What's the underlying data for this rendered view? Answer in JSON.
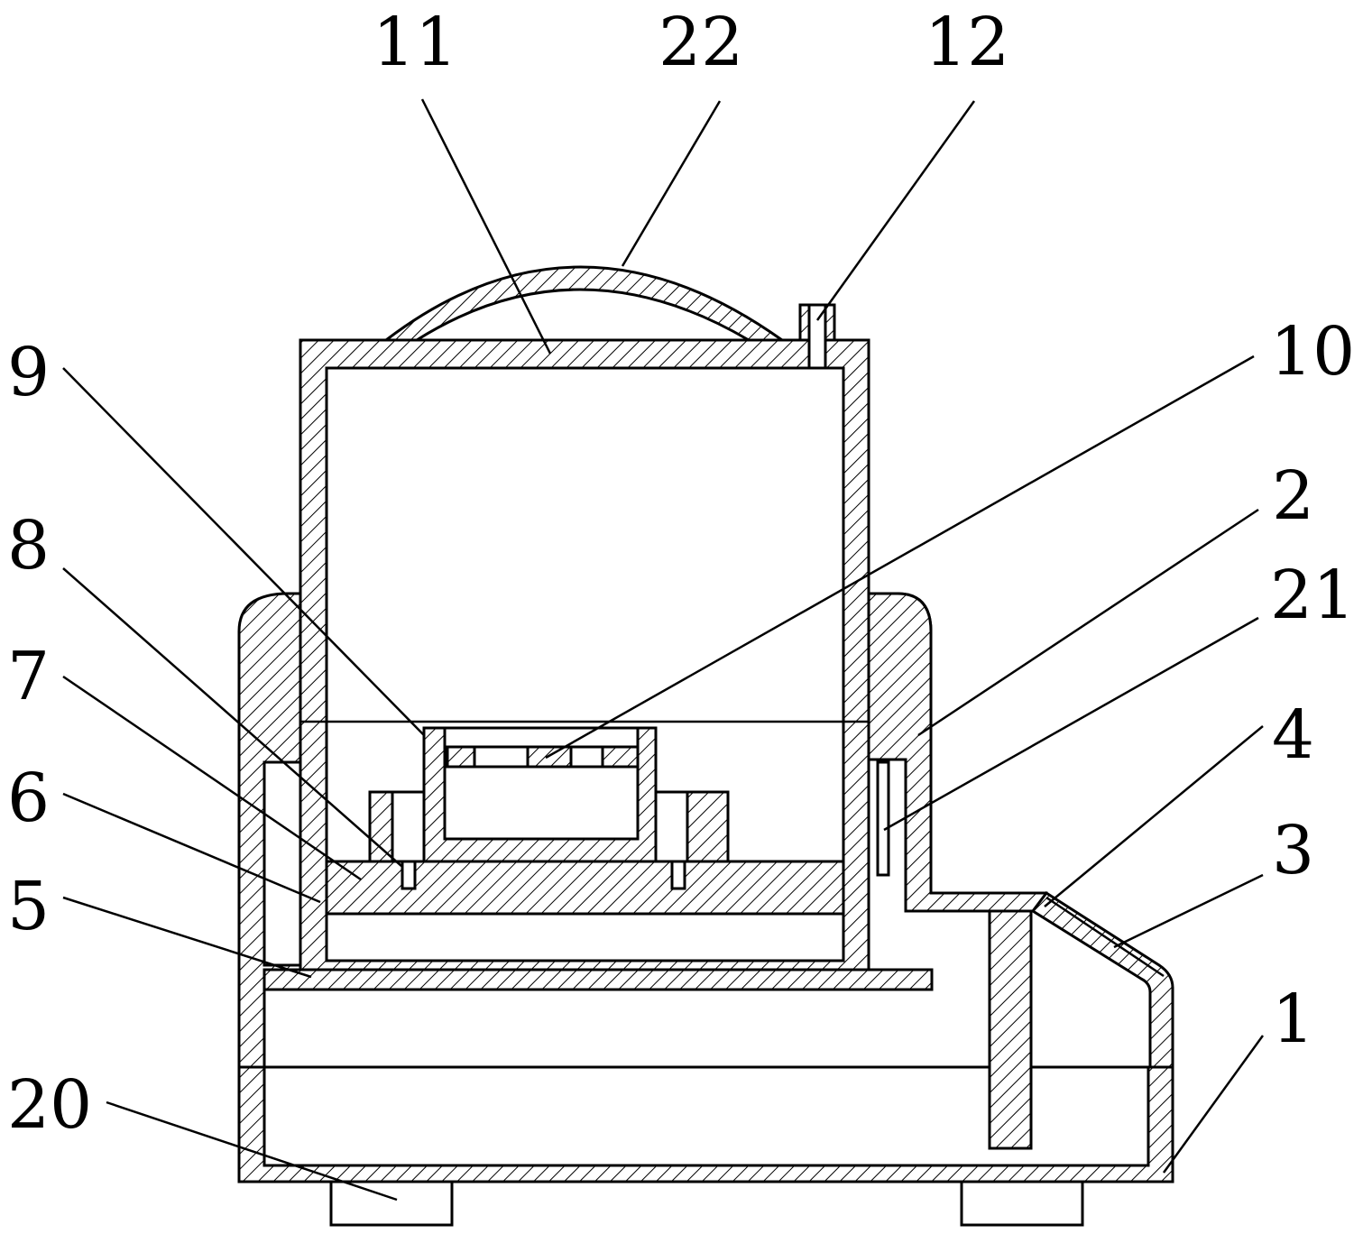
{
  "labels": {
    "l1": "1",
    "l2": "2",
    "l3": "3",
    "l4": "4",
    "l5": "5",
    "l6": "6",
    "l7": "7",
    "l8": "8",
    "l9": "9",
    "l10": "10",
    "l11": "11",
    "l12": "12",
    "l20": "20",
    "l21": "21",
    "l22": "22"
  },
  "colors": {
    "line": "#000000",
    "background": "#ffffff"
  }
}
